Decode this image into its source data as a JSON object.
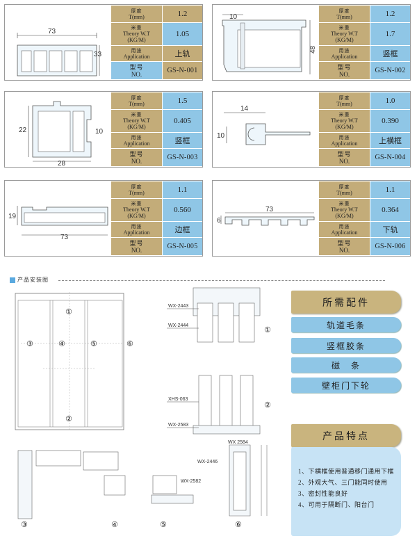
{
  "labels": {
    "thickness_zh": "厚度",
    "thickness_en": "T(mm)",
    "weight_zh": "米重",
    "weight_en1": "Theory W.T",
    "weight_en2": "(KG/M)",
    "application_zh": "用途",
    "application_en": "Application",
    "model_zh": "型号",
    "model_en": "NO."
  },
  "products": [
    {
      "thickness": "1.2",
      "weight": "1.05",
      "application": "上轨",
      "model": "GS-N-001",
      "dims": [
        "73",
        "33"
      ]
    },
    {
      "thickness": "1.2",
      "weight": "1.7",
      "application": "竖框",
      "model": "GS-N-002",
      "dims": [
        "10",
        "48"
      ]
    },
    {
      "thickness": "1.5",
      "weight": "0.405",
      "application": "竖框",
      "model": "GS-N-003",
      "dims": [
        "22",
        "10",
        "28"
      ]
    },
    {
      "thickness": "1.0",
      "weight": "0.390",
      "application": "上横框",
      "model": "GS-N-004",
      "dims": [
        "14",
        "10"
      ]
    },
    {
      "thickness": "1.1",
      "weight": "0.560",
      "application": "边框",
      "model": "GS-N-005",
      "dims": [
        "19",
        "73"
      ]
    },
    {
      "thickness": "1.1",
      "weight": "0.364",
      "application": "下轨",
      "model": "GS-N-006",
      "dims": [
        "73",
        "6"
      ]
    }
  ],
  "install": {
    "section_title": "产品安装图",
    "circle_labels": [
      "①",
      "②",
      "③",
      "④",
      "⑤",
      "⑥"
    ],
    "parts": [
      "WX-2443",
      "WX-2444",
      "XHS-063",
      "WX-2583",
      "WX 2584",
      "WX-2446",
      "WX-2582"
    ]
  },
  "accessories": {
    "title": "所需配件",
    "items": [
      "轨道毛条",
      "竖框胶条",
      "磁　条",
      "壁柜门下轮"
    ]
  },
  "features": {
    "title": "产品特点",
    "items": [
      "1、下横框使用普通移门通用下框",
      "2、外观大气、三门能同时使用",
      "3、密封性能良好",
      "4、可用于隔断门、阳台门"
    ]
  }
}
